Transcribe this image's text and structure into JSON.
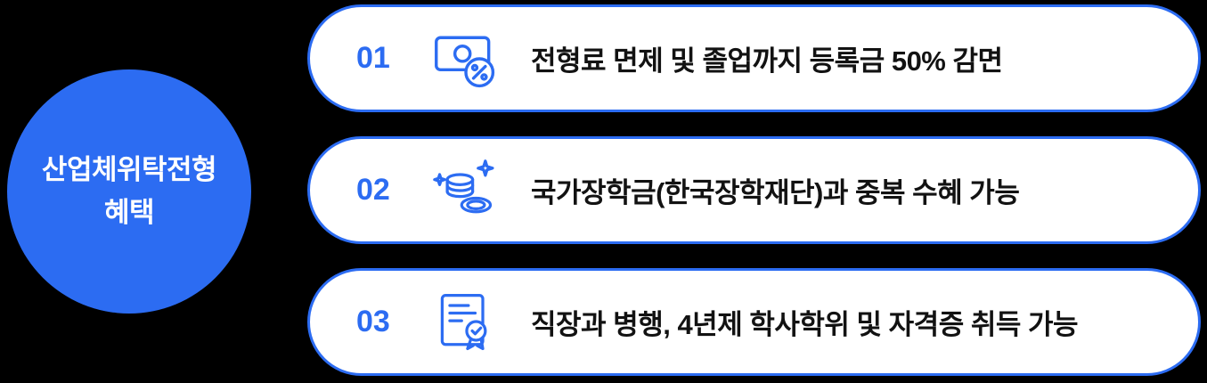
{
  "colors": {
    "primary": "#2C6CF2",
    "card_background": "#FFFFFF",
    "badge_text": "#FFFFFF",
    "body_text": "#121212",
    "page_background": "#000000"
  },
  "badge": {
    "title_line1": "산업체위탁전형",
    "title_line2": "혜택"
  },
  "benefits": [
    {
      "number": "01",
      "icon": "banknote-percent-icon",
      "text": "전형료 면제 및 졸업까지 등록금 50% 감면"
    },
    {
      "number": "02",
      "icon": "coins-icon",
      "text": "국가장학금(한국장학재단)과 중복 수혜 가능"
    },
    {
      "number": "03",
      "icon": "certificate-icon",
      "text": "직장과 병행, 4년제 학사학위 및 자격증 취득 가능"
    }
  ]
}
